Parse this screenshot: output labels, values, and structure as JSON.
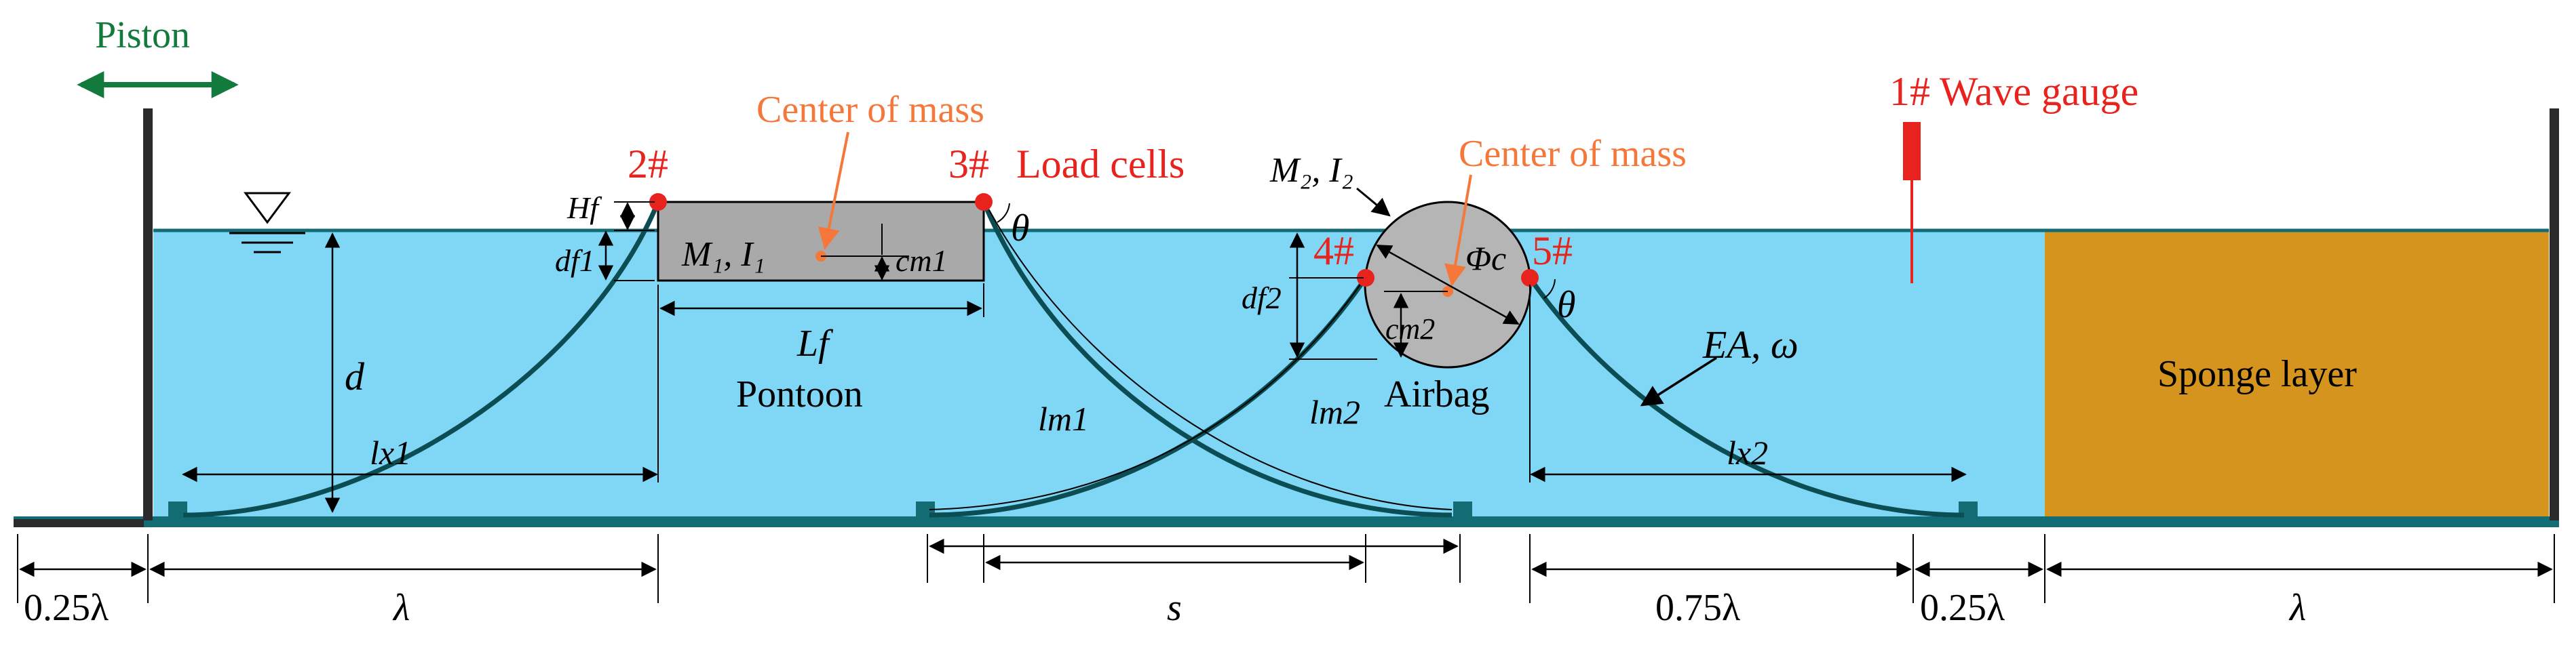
{
  "labels": {
    "piston": "Piston",
    "wave_gauge": "1# Wave gauge",
    "load_cells": "Load cells",
    "gauge_2": "2#",
    "gauge_3": "3#",
    "gauge_4": "4#",
    "gauge_5": "5#",
    "center_of_mass_1": "Center of mass",
    "center_of_mass_2": "Center of mass",
    "pontoon": "Pontoon",
    "airbag": "Airbag",
    "sponge_layer": "Sponge layer",
    "ea_omega": "EA, ω",
    "m1_i1": "M₁, I₁",
    "m2_i2": "M₂, I₂",
    "hf": "Hf",
    "df1": "df1",
    "df2": "df2",
    "cm1": "cm1",
    "cm2": "cm2",
    "lf": "Lf",
    "d": "d",
    "lx1": "lx1",
    "lx2": "lx2",
    "lm1": "lm1",
    "lm2": "lm2",
    "theta_1": "θ",
    "theta_2": "θ",
    "phi_c": "Φc",
    "dim_025_left": "0.25λ",
    "dim_lambda_left": "λ",
    "dim_s": "s",
    "dim_075": "0.75λ",
    "dim_025_right": "0.25λ",
    "dim_lambda_right": "λ"
  },
  "colors": {
    "water": "#7fd6f5",
    "tank_line": "#136b73",
    "wall": "#2b2b2b",
    "pontoon_fill": "#a9a9a9",
    "airbag_fill": "#b5b5b5",
    "sponge": "#d4941e",
    "red": "#e8221c",
    "orange": "#f5783a",
    "green": "#137a3e",
    "mooring": "#0b4d53"
  }
}
